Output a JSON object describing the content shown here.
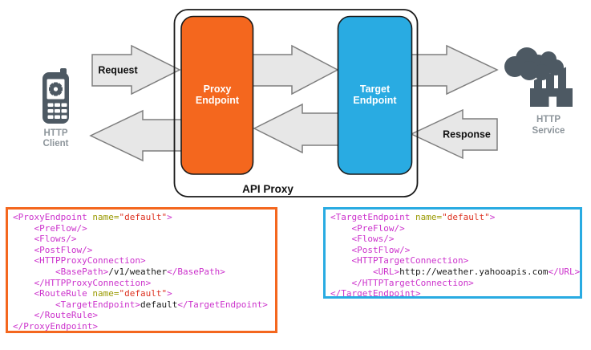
{
  "diagram": {
    "http_client": {
      "line1": "HTTP",
      "line2": "Client"
    },
    "http_service": {
      "line1": "HTTP",
      "line2": "Service"
    },
    "request_label": "Request",
    "response_label": "Response",
    "api_proxy_label": "API Proxy",
    "proxy_endpoint": {
      "line1": "Proxy",
      "line2": "Endpoint"
    },
    "target_endpoint": {
      "line1": "Target",
      "line2": "Endpoint"
    }
  },
  "colors": {
    "proxy_orange": "#F4671E",
    "target_blue": "#29ABE2",
    "icon_slate": "#4D5963",
    "icon_label_gray": "#8D959B",
    "arrow_fill": "#E7E7E7",
    "arrow_stroke": "#7E7E7E",
    "box_stroke": "#1A1A1A",
    "code_tag": "#CC33CC",
    "code_attr_name": "#999900",
    "code_attr_value": "#DD3322",
    "code_text": "#1A1A1A"
  },
  "proxy_code": {
    "border_color": "#F4671E",
    "lines": [
      [
        {
          "t": "tag",
          "s": "<ProxyEndpoint"
        },
        {
          "t": "attr",
          "s": " name="
        },
        {
          "t": "str",
          "s": "\"default\""
        },
        {
          "t": "tag",
          "s": ">"
        }
      ],
      [
        {
          "t": "tag",
          "s": "    <PreFlow/>"
        }
      ],
      [
        {
          "t": "tag",
          "s": "    <Flows/>"
        }
      ],
      [
        {
          "t": "tag",
          "s": "    <PostFlow/>"
        }
      ],
      [
        {
          "t": "tag",
          "s": "    <HTTPProxyConnection>"
        }
      ],
      [
        {
          "t": "tag",
          "s": "        <BasePath>"
        },
        {
          "t": "txt",
          "s": "/v1/weather"
        },
        {
          "t": "tag",
          "s": "</BasePath>"
        }
      ],
      [
        {
          "t": "tag",
          "s": "    </HTTPProxyConnection>"
        }
      ],
      [
        {
          "t": "tag",
          "s": "    <RouteRule"
        },
        {
          "t": "attr",
          "s": " name="
        },
        {
          "t": "str",
          "s": "\"default\""
        },
        {
          "t": "tag",
          "s": ">"
        }
      ],
      [
        {
          "t": "tag",
          "s": "        <TargetEndpoint>"
        },
        {
          "t": "txt",
          "s": "default"
        },
        {
          "t": "tag",
          "s": "</TargetEndpoint>"
        }
      ],
      [
        {
          "t": "tag",
          "s": "    </RouteRule>"
        }
      ],
      [
        {
          "t": "tag",
          "s": "</ProxyEndpoint>"
        }
      ]
    ]
  },
  "target_code": {
    "border_color": "#29ABE2",
    "lines": [
      [
        {
          "t": "tag",
          "s": "<TargetEndpoint"
        },
        {
          "t": "attr",
          "s": " name="
        },
        {
          "t": "str",
          "s": "\"default\""
        },
        {
          "t": "tag",
          "s": ">"
        }
      ],
      [
        {
          "t": "tag",
          "s": "    <PreFlow/>"
        }
      ],
      [
        {
          "t": "tag",
          "s": "    <Flows/>"
        }
      ],
      [
        {
          "t": "tag",
          "s": "    <PostFlow/>"
        }
      ],
      [
        {
          "t": "tag",
          "s": "    <HTTPTargetConnection>"
        }
      ],
      [
        {
          "t": "tag",
          "s": "        <URL>"
        },
        {
          "t": "txt",
          "s": "http://weather.yahooapis.com"
        },
        {
          "t": "tag",
          "s": "</URL>"
        }
      ],
      [
        {
          "t": "tag",
          "s": "    </HTTPTargetConnection>"
        }
      ],
      [
        {
          "t": "tag",
          "s": "</TargetEndpoint>"
        }
      ]
    ]
  }
}
